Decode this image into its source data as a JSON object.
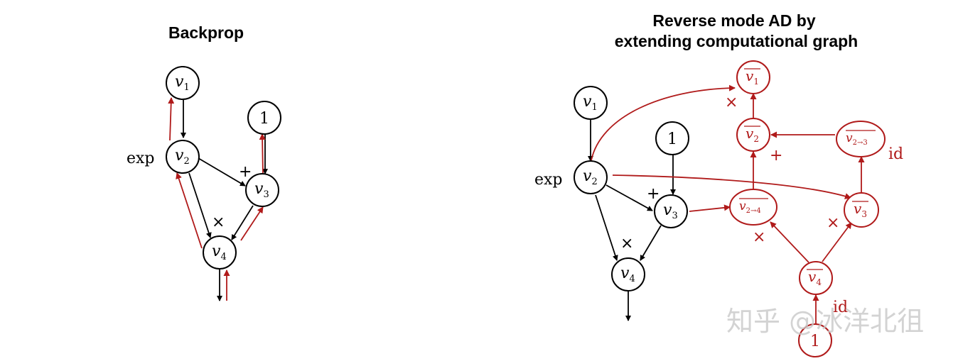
{
  "left": {
    "title": "Backprop",
    "nodes": {
      "v1": "v",
      "v2": "v",
      "v3": "v",
      "v4": "v",
      "one": "1"
    },
    "subs": {
      "v1": "1",
      "v2": "2",
      "v3": "3",
      "v4": "4"
    },
    "ops": {
      "exp": "exp",
      "plus": "+",
      "times": "×"
    }
  },
  "right": {
    "title_line1": "Reverse mode AD by",
    "title_line2": "extending computational graph",
    "nodes": {
      "v1": "v",
      "v2": "v",
      "v3": "v",
      "v4": "v",
      "one": "1"
    },
    "subs": {
      "v1": "1",
      "v2": "2",
      "v3": "3",
      "v4": "4"
    },
    "adj": {
      "v1": "v",
      "v2": "v",
      "v3": "v",
      "v4": "v",
      "v23": "v",
      "v24": "v",
      "one": "1"
    },
    "adj_subs": {
      "v1": "1",
      "v2": "2",
      "v3": "3",
      "v4": "4",
      "v23": "2→3",
      "v24": "2→4"
    },
    "ops": {
      "exp": "exp",
      "plus_black": "+",
      "times_black": "×",
      "times_v1": "×",
      "plus_v2": "+",
      "id_v23": "id",
      "times_v24": "×",
      "times_v3": "×",
      "id_v4": "id"
    }
  },
  "watermark": "知乎 @冰洋北徂",
  "colors": {
    "accent": "#b01a1a",
    "ink": "#000000"
  }
}
